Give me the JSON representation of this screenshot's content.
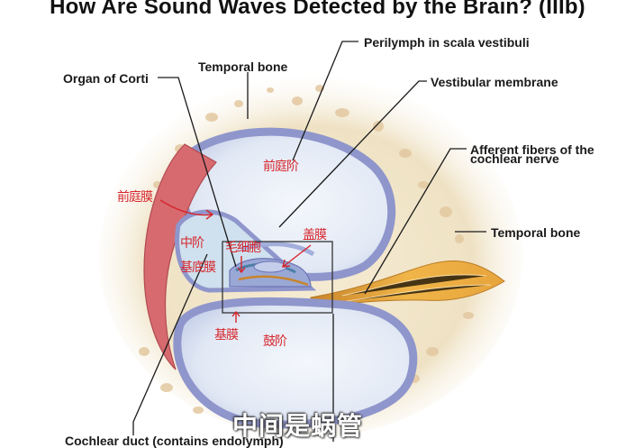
{
  "title": "How Are Sound Waves Detected by the Brain? (IIIb)",
  "labels": {
    "perilymph": "Perilymph in scala vestibuli",
    "temporal_top": "Temporal bone",
    "organ_of_corti": "Organ of Corti",
    "vestibular_membrane": "Vestibular membrane",
    "afferent_line1": "Afferent fibers of the",
    "afferent_line2": "cochlear nerve",
    "temporal_right": "Temporal bone",
    "cochlear_duct": "Cochlear duct (contains endolymph)"
  },
  "annotations": {
    "scala_vestibuli": "前庭阶",
    "vestibular_membrane": "前庭膜",
    "tectorial_membrane": "盖膜",
    "scala_media": "中阶",
    "hair_cells": "毛细胞",
    "basilar_membrane": "基底膜",
    "basilar_membrane_below": "基膜",
    "scala_tympani": "鼓阶"
  },
  "subtitle": "中间是蜗管",
  "colors": {
    "bone": "#efe2c4",
    "perilymph": "#dfe6f4",
    "membrane": "#8f96cc",
    "duct_wall": "#d66a6f",
    "nerve": "#e9a840",
    "annotation": "#d6262c"
  }
}
